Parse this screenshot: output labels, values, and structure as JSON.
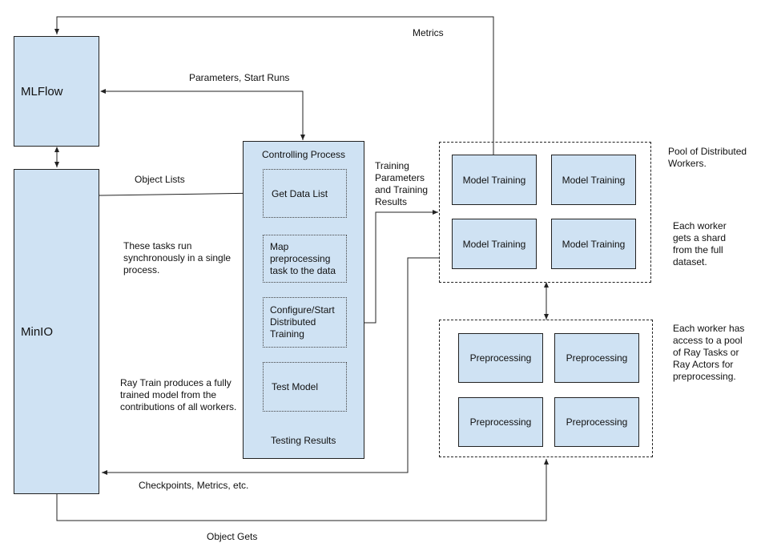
{
  "nodes": {
    "mlflow": "MLFlow",
    "minio": "MinIO",
    "controlling_process": "Controlling Process",
    "get_data_list": "Get Data List",
    "map_preprocessing": "Map\npreprocessing\ntask to the data",
    "configure_training": "Configure/Start\nDistributed\nTraining",
    "test_model": "Test Model",
    "testing_results": "Testing Results",
    "model_training": [
      "Model Training",
      "Model Training",
      "Model Training",
      "Model Training"
    ],
    "preprocessing": [
      "Preprocessing",
      "Preprocessing",
      "Preprocessing",
      "Preprocessing"
    ]
  },
  "edge_labels": {
    "metrics": "Metrics",
    "parameters_start_runs": "Parameters, Start Runs",
    "object_lists": "Object Lists",
    "training_params": "Training\nParameters\nand Training\nResults",
    "checkpoints": "Checkpoints, Metrics, etc.",
    "object_gets": "Object Gets"
  },
  "annotations": {
    "sync_tasks": "These tasks run\nsynchronously in a single\nprocess.",
    "ray_train": "Ray Train produces a fully\ntrained model from the\ncontributions of all workers.",
    "pool_workers": "Pool of Distributed\nWorkers.",
    "worker_shard": "Each worker\ngets a shard\nfrom the full\ndataset.",
    "worker_pool": "Each worker has\naccess to a pool\nof Ray Tasks or\nRay Actors for\npreprocessing."
  },
  "colors": {
    "box_fill": "#cfe2f3",
    "line": "#222222"
  }
}
